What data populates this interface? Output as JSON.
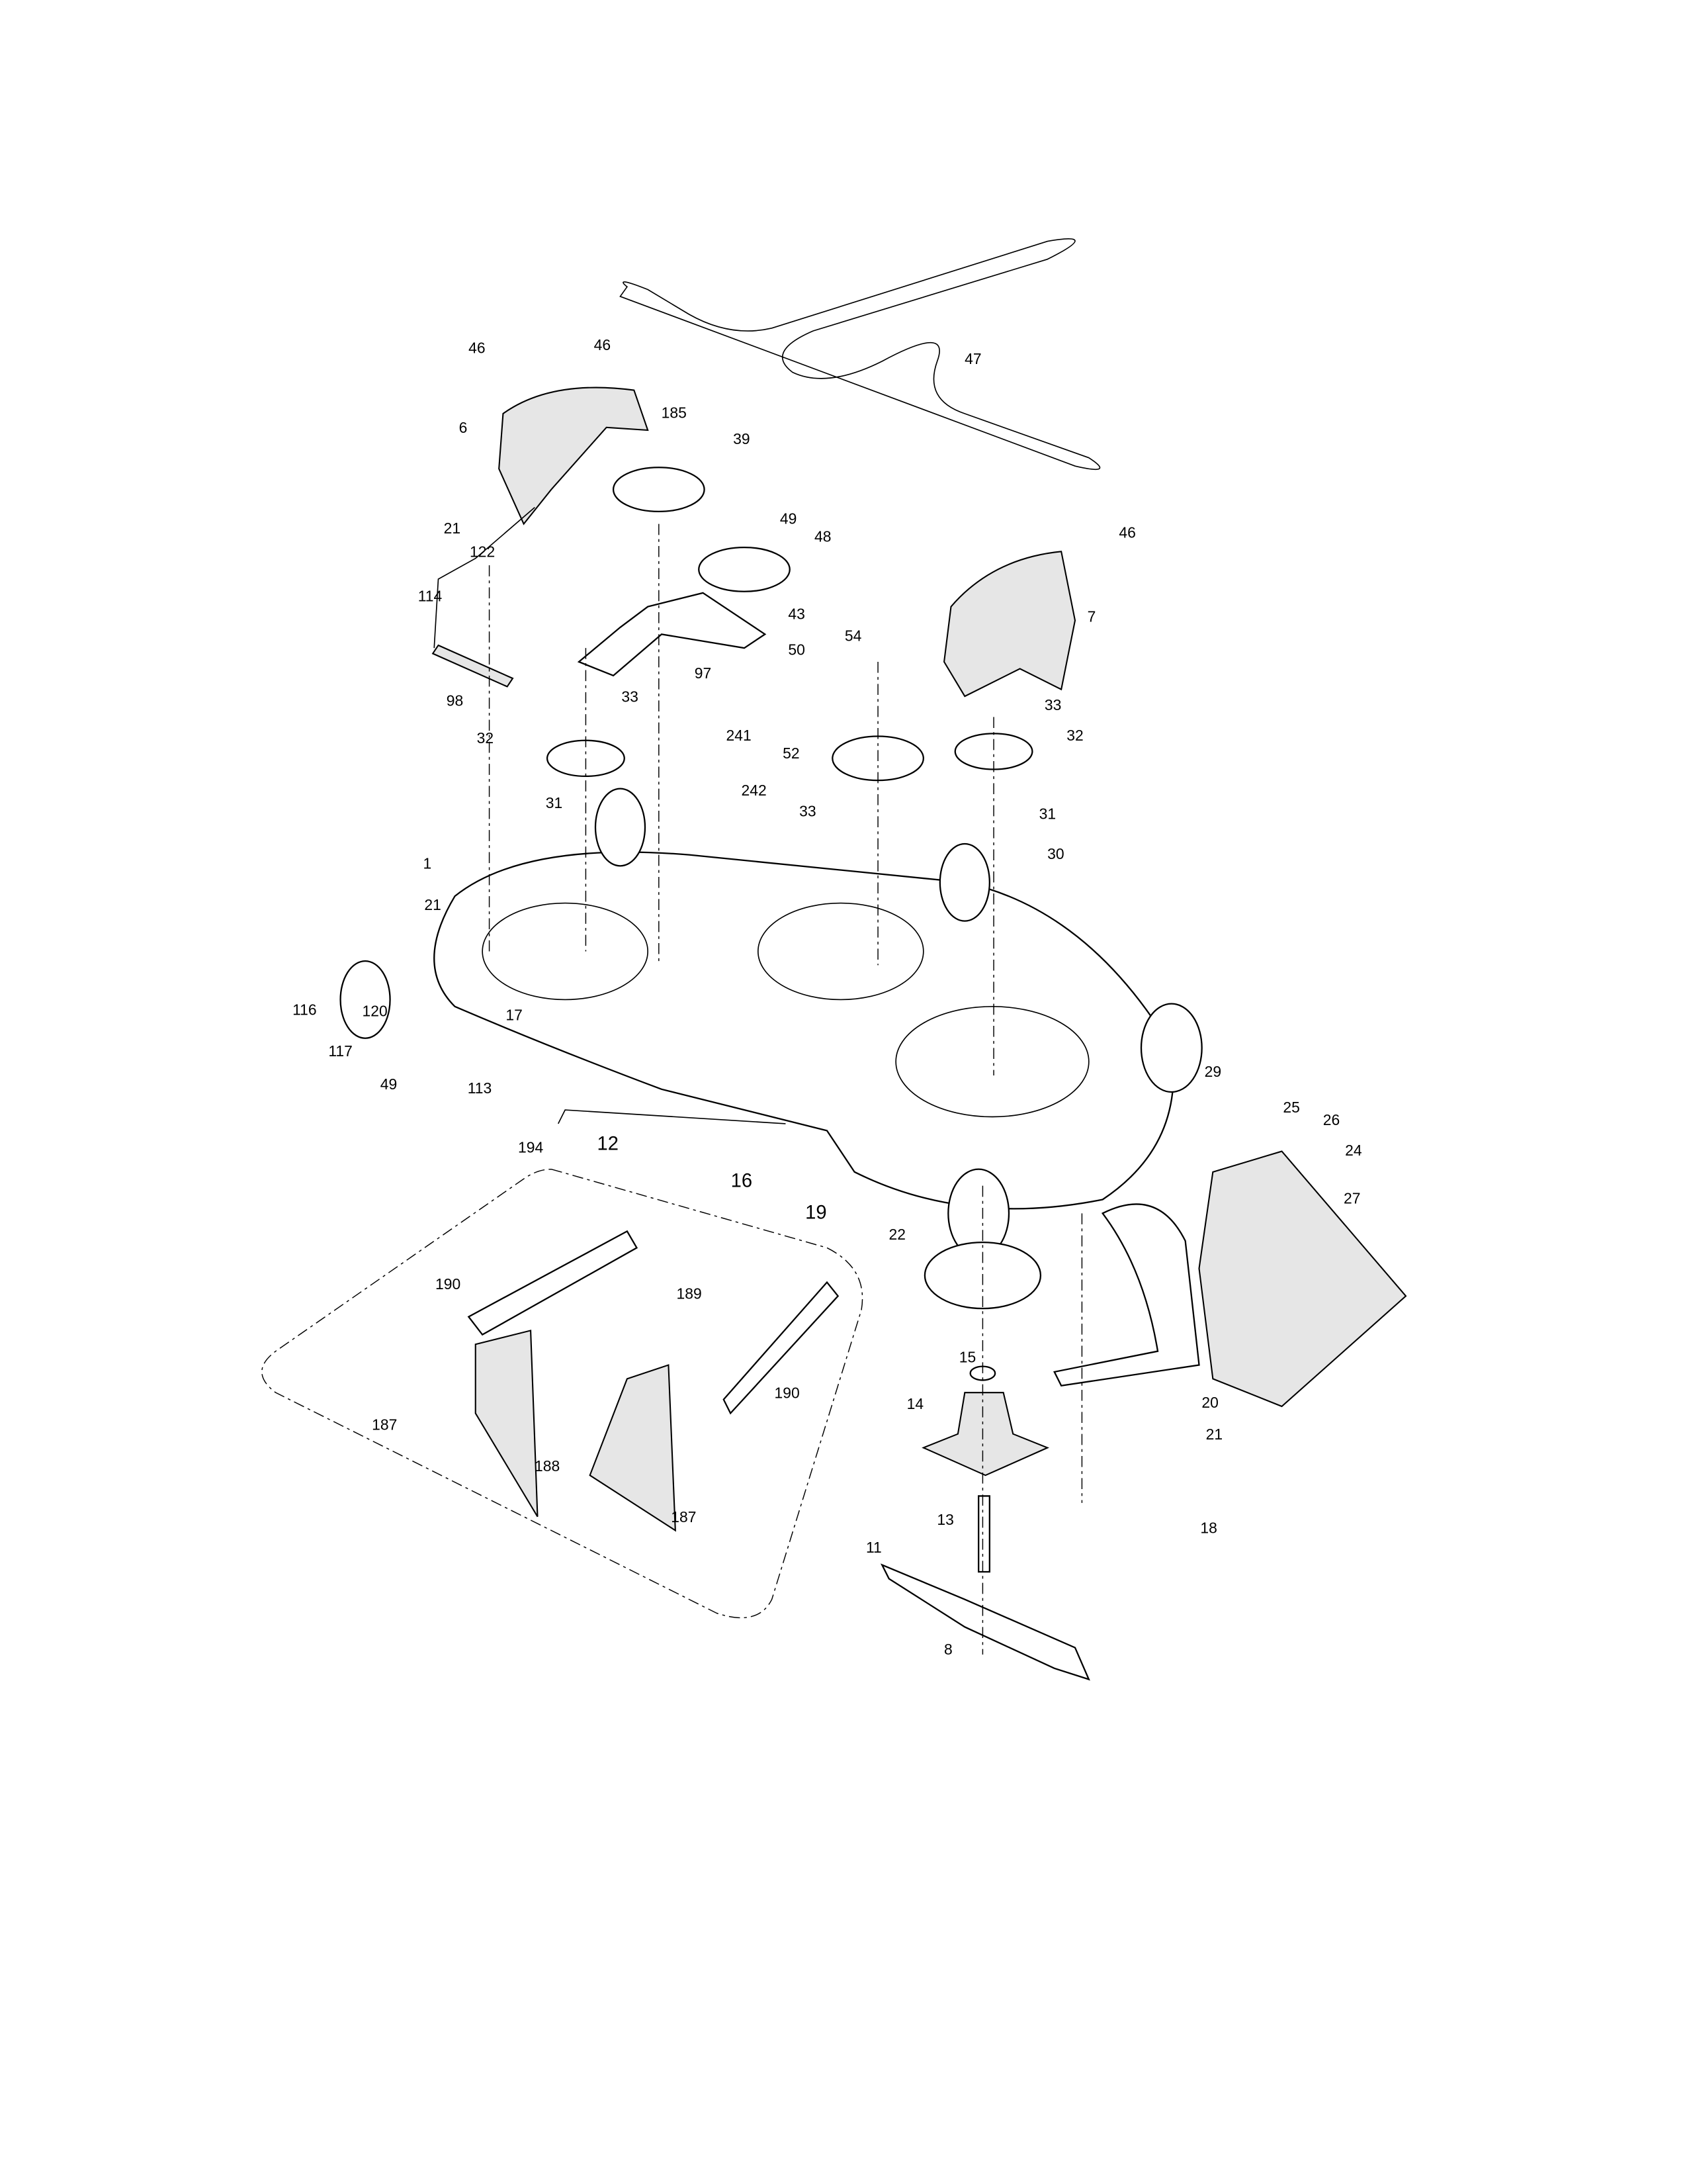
{
  "diagram": {
    "title": "Mower deck exploded parts diagram",
    "callouts": [
      "46",
      "46",
      "47",
      "6",
      "185",
      "39",
      "21",
      "122",
      "49",
      "48",
      "46",
      "114",
      "43",
      "7",
      "98",
      "97",
      "50",
      "54",
      "33",
      "33",
      "32",
      "52",
      "32",
      "241",
      "242",
      "33",
      "31",
      "31",
      "1",
      "30",
      "21",
      "116",
      "117",
      "120",
      "17",
      "49",
      "113",
      "194",
      "12",
      "16",
      "19",
      "29",
      "25",
      "26",
      "24",
      "27",
      "22",
      "190",
      "189",
      "190",
      "15",
      "14",
      "187",
      "188",
      "187",
      "20",
      "21",
      "18",
      "13",
      "11",
      "8"
    ]
  }
}
